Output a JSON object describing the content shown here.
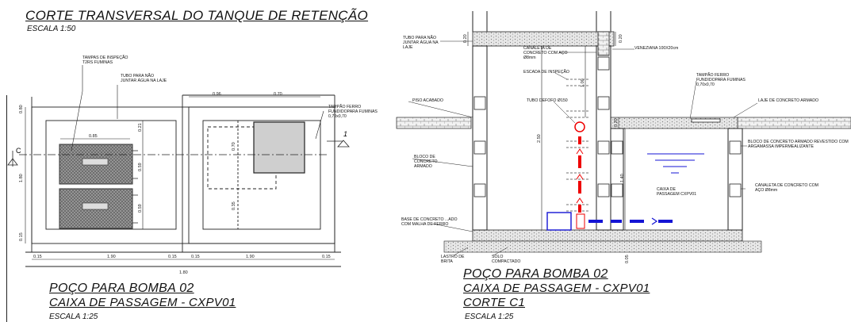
{
  "header": {
    "title": "CORTE TRANSVERSAL DO TANQUE DE RETENÇÃO",
    "scale": "ESCALA 1:50"
  },
  "plan_view": {
    "footer_title_1": "POÇO PARA BOMBA 02",
    "footer_title_2": "CAIXA DE PASSAGEM - CXPV01",
    "footer_scale": "ESCALA 1:25",
    "notes": {
      "tampas": "TAMPAS DE INSPEÇÃO T2RS FUMINAS",
      "tubo": "TUBO PARA NÃO JUNTAR ÁGUA NA LAJE",
      "tampao": "TAMPÃO FERRO FUNDIDOPARA FUMINAS 0,70x0,70"
    },
    "section_markers": {
      "left": "C",
      "right": "1"
    },
    "dimensions": {
      "top_left": "0.85",
      "top_mid": "0.96",
      "top_right": "0.70",
      "bottom_a": "1.90",
      "bottom_b": "1.90",
      "overall": "1.80",
      "side_a": "0.15",
      "side_b": "0.15",
      "side_c": "0.15",
      "side_d": "0.15",
      "left_height": "1.80",
      "left_top": "0.80",
      "left_bottom": "0.15",
      "mid_a": "0.21",
      "mid_b": "0.59",
      "mid_c": "0.59",
      "mid_d": "0.70",
      "mid_e": "0.35"
    }
  },
  "section_view": {
    "footer_title_1": "POÇO PARA BOMBA 02",
    "footer_title_2": "CAIXA DE PASSAGEM - CXPV01",
    "footer_title_3": "CORTE C1",
    "footer_scale": "ESCALA 1:25",
    "labels": {
      "tubo": "TUBO PARA NÃO JUNTAR ÁGUA NA LAJE",
      "canaleta_top": "CANALETA DE CONCRETO COM AÇO Ø8mm",
      "veneziana": "VENEZIANA 100X20cm",
      "escada": "ESCADA DE INSPEÇÃO",
      "tampao": "TAMPÃO FERRO FUNDIDOPARA FUMINAS 0,70x0,70",
      "laje": "LAJE DE CONCRETO ARMADO",
      "piso": "PISO ACABADO",
      "tubo_dfofo": "TUBO DEFOFO Ø150",
      "bloco_left": "BLOCO DE CONCRETO ARMADO",
      "bloco_right": "BLOCO DE CONCRETO ARMADO REVESTIDO COM ARGAMASSA IMPERMEALIZANTE",
      "caixa": "CAIXA DE PASSAGEM CXPV01",
      "canaleta_right": "CANALETA DE CONCRETO COM AÇO Ø8mm",
      "base": "BASE DE CONCRETO ...ADO COM MALHA DE FERRO",
      "lastro": "LASTRO DE BRITA",
      "solo": "SOLO COMPACTADO"
    },
    "dimensions": {
      "top_a": "0.20",
      "top_b": "0.20",
      "vert_main": "2.50",
      "vert_upper": "1.00",
      "vert_right": "1.40",
      "vert_small": "0.20",
      "base": "0.05"
    }
  }
}
